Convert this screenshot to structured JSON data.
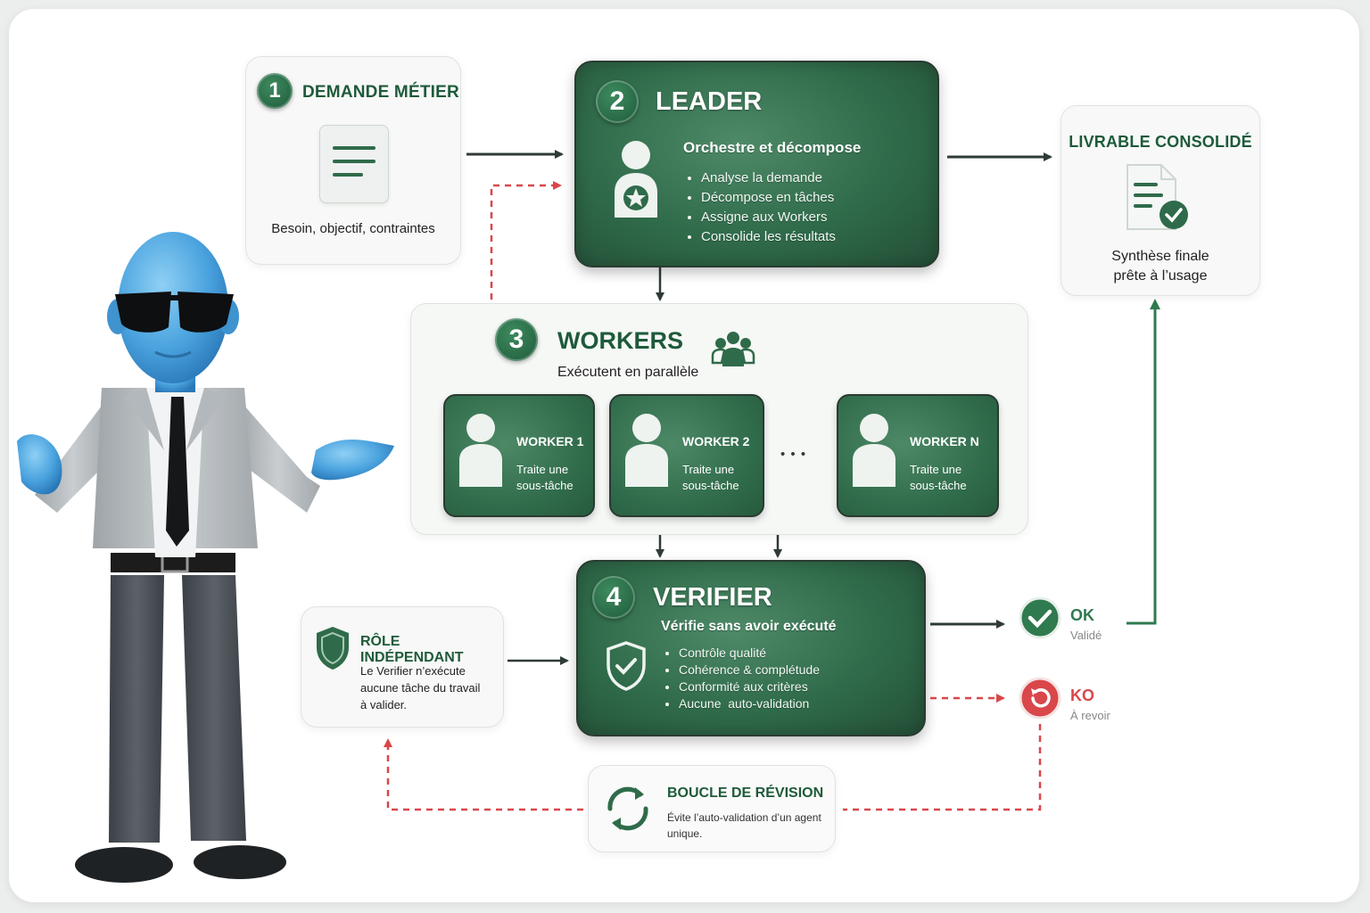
{
  "colors": {
    "primary_green": "#2f6b4a",
    "dark_green_text": "#1e5a3a",
    "ok_green": "#2f7a4f",
    "ko_red": "#d9474a",
    "arrow_dark": "#2e3b36",
    "dashed_red": "#d9474a",
    "card_bg": "#f7f8f7"
  },
  "step1": {
    "number": "1",
    "title": "DEMANDE MÉTIER",
    "icon": "document-lines-icon",
    "caption": "Besoin, objectif, contraintes"
  },
  "step2": {
    "number": "2",
    "title": "LEADER",
    "icon": "leader-star-person-icon",
    "subtitle": "Orchestre et décompose",
    "items": [
      "Analyse la demande",
      "Décompose en tâches",
      "Assigne aux Workers",
      "Consolide les résultats"
    ]
  },
  "step3": {
    "number": "3",
    "title": "WORKERS",
    "icon": "group-users-icon",
    "subtitle": "Exécutent en parallèle",
    "workers": [
      {
        "title": "WORKER 1",
        "line1": "Traite une",
        "line2": "sous-tâche"
      },
      {
        "title": "WORKER 2",
        "line1": "Traite une",
        "line2": "sous-tâche"
      },
      {
        "title": "WORKER N",
        "line1": "Traite une",
        "line2": "sous-tâche"
      }
    ],
    "ellipsis": "• • •"
  },
  "step4": {
    "number": "4",
    "title": "VERIFIER",
    "icon": "shield-check-icon",
    "subtitle": "Vérifie sans avoir exécuté",
    "items": [
      "Contrôle qualité",
      "Cohérence & complétude",
      "Conformité aux critères",
      "Aucune  auto-validation"
    ]
  },
  "deliverable": {
    "title": "LIVRABLE CONSOLIDÉ",
    "icon": "document-check-icon",
    "line1": "Synthèse finale",
    "line2": "prête à l’usage"
  },
  "role": {
    "title": "RÔLE INDÉPENDANT",
    "icon": "shield-icon",
    "lines": [
      "Le Verifier n’exécute",
      "aucune tâche du travail",
      "à valider."
    ]
  },
  "ok": {
    "label": "OK",
    "sub": "Validé",
    "icon": "check-circle-icon"
  },
  "ko": {
    "label": "KO",
    "sub": "À revoir",
    "icon": "undo-circle-icon"
  },
  "loop": {
    "title": "BOUCLE DE RÉVISION",
    "icon": "refresh-cycle-icon",
    "line1": "Évite l’auto-validation d’un agent",
    "line2": "unique."
  },
  "mascot": {
    "icon": "blue-character-sunglasses-suit"
  }
}
